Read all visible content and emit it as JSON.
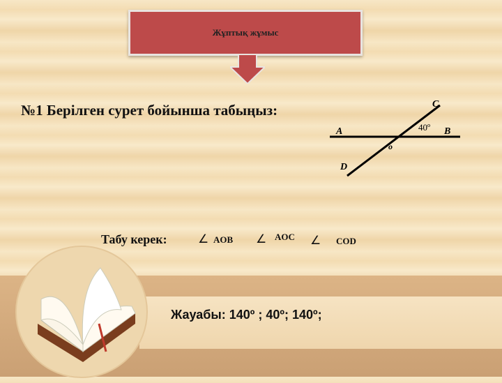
{
  "banner": {
    "title": "Жұптық жұмыс"
  },
  "task": {
    "heading": "№1 Берілген сурет бойынша табыңыз:"
  },
  "figure": {
    "labels": {
      "A": "A",
      "B": "B",
      "C": "C",
      "D": "D",
      "O": "o"
    },
    "angle": "40º"
  },
  "find": {
    "label": "Табу керек:",
    "angle_symbol": "∠",
    "angles": [
      "AOB",
      "AOC",
      "COD"
    ]
  },
  "answer": {
    "text": "Жауабы: 140º ; 40º; 140º;"
  }
}
